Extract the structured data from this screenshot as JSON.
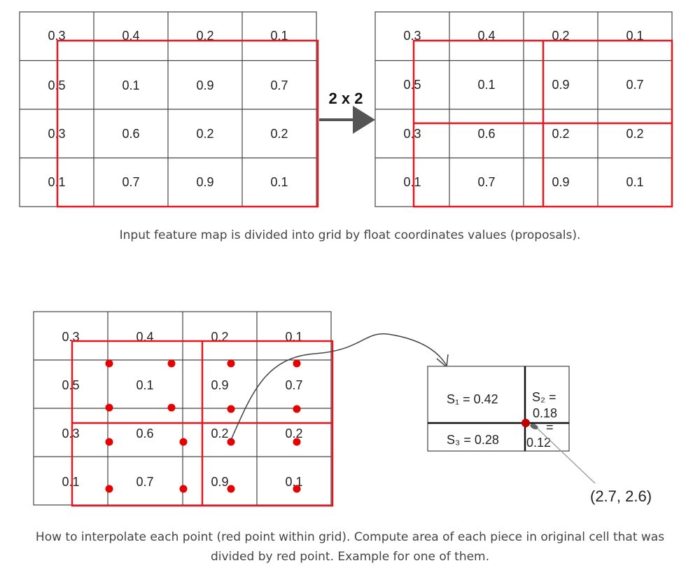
{
  "grid_values": [
    [
      "0.3",
      "0.4",
      "0.2",
      "0.1"
    ],
    [
      "0.5",
      "0.1",
      "0.9",
      "0.7"
    ],
    [
      "0.3",
      "0.6",
      "0.2",
      "0.2"
    ],
    [
      "0.1",
      "0.7",
      "0.9",
      "0.1"
    ]
  ],
  "pool_label": "2 x 2",
  "caption_top": "Input feature map is divided into grid by float coordinates values (proposals).",
  "inset": {
    "s1": "S₁ = 0.42",
    "s2_a": "S₂ =",
    "s2_b": "0.18",
    "s3": "S₃ = 0.28",
    "s4_a": "=",
    "s4_b": "0.12",
    "coord": "(2.7, 2.6)"
  },
  "caption_bottom_1": "How to interpolate each point (red point within grid). Compute area of each piece in original cell that was",
  "caption_bottom_2": "divided by red point. Example for one of them.",
  "colors": {
    "grid": "#444444",
    "proposal": "#e8141e",
    "point": "#e60000"
  }
}
